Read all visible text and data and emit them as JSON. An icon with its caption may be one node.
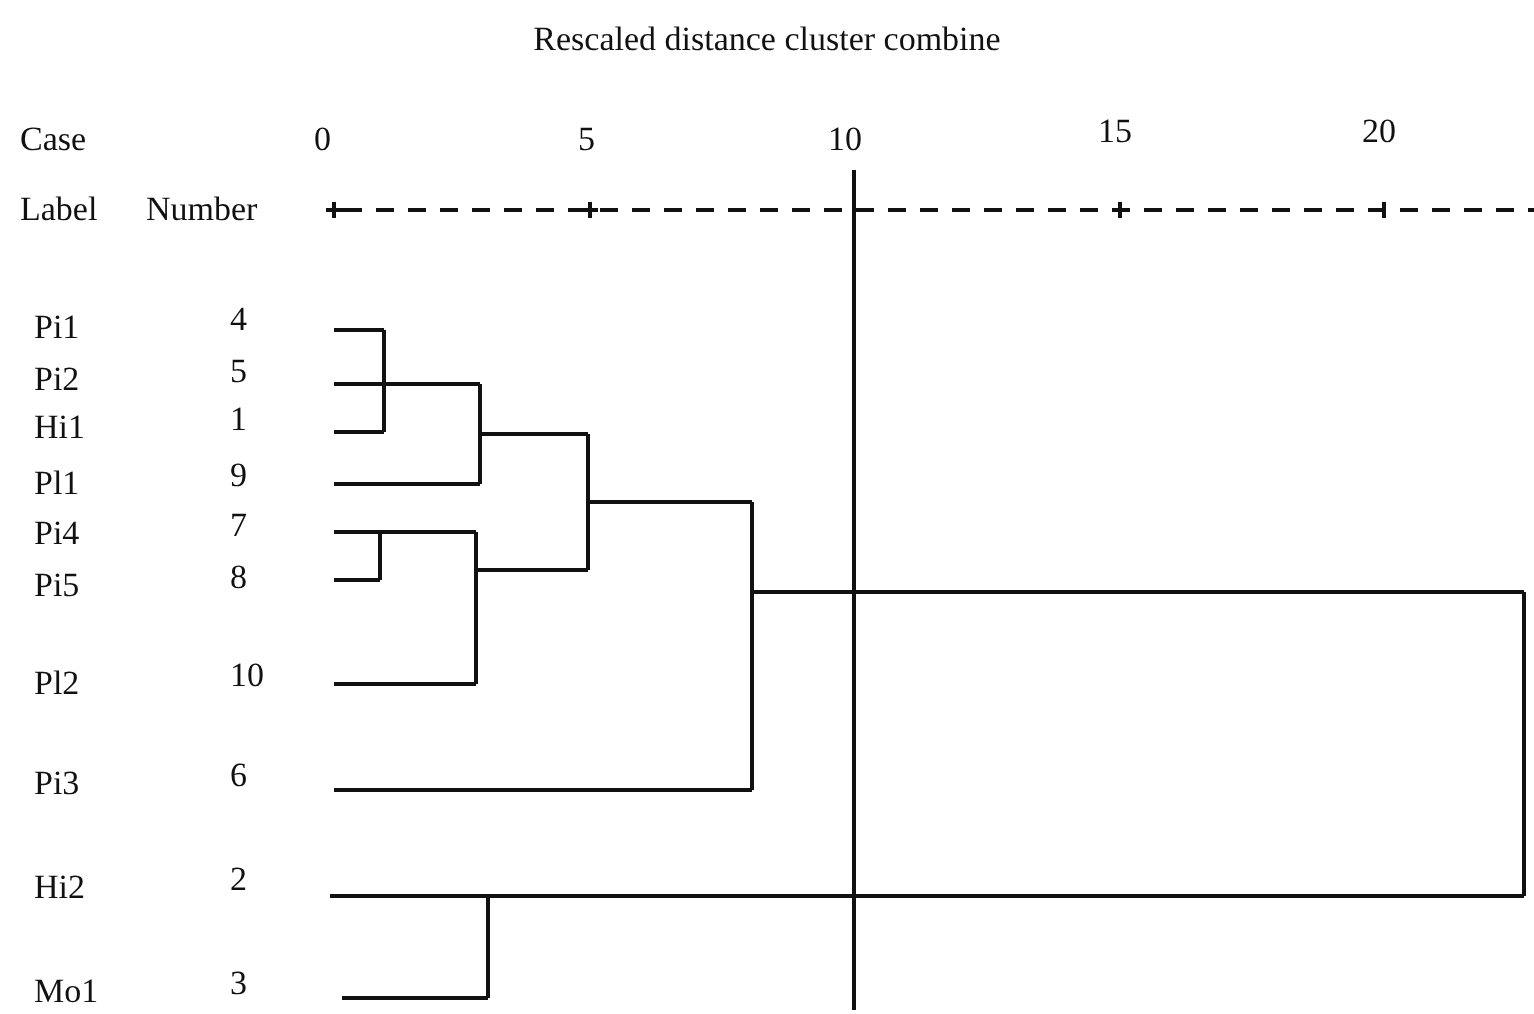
{
  "diagram": {
    "title": "Rescaled distance cluster combine",
    "labels": [
      "Case",
      "0",
      "5",
      "10",
      "15",
      "20",
      "Label",
      "Number",
      "Pi1",
      "4",
      "Pi2",
      "5",
      "Hi1",
      "1",
      "Pl1",
      "9",
      "Pi4",
      "7",
      "Pi5",
      "8",
      "Pl2",
      "10",
      "Pi3",
      "6",
      "Hi2",
      "2",
      "Mo1",
      "3"
    ]
  }
}
